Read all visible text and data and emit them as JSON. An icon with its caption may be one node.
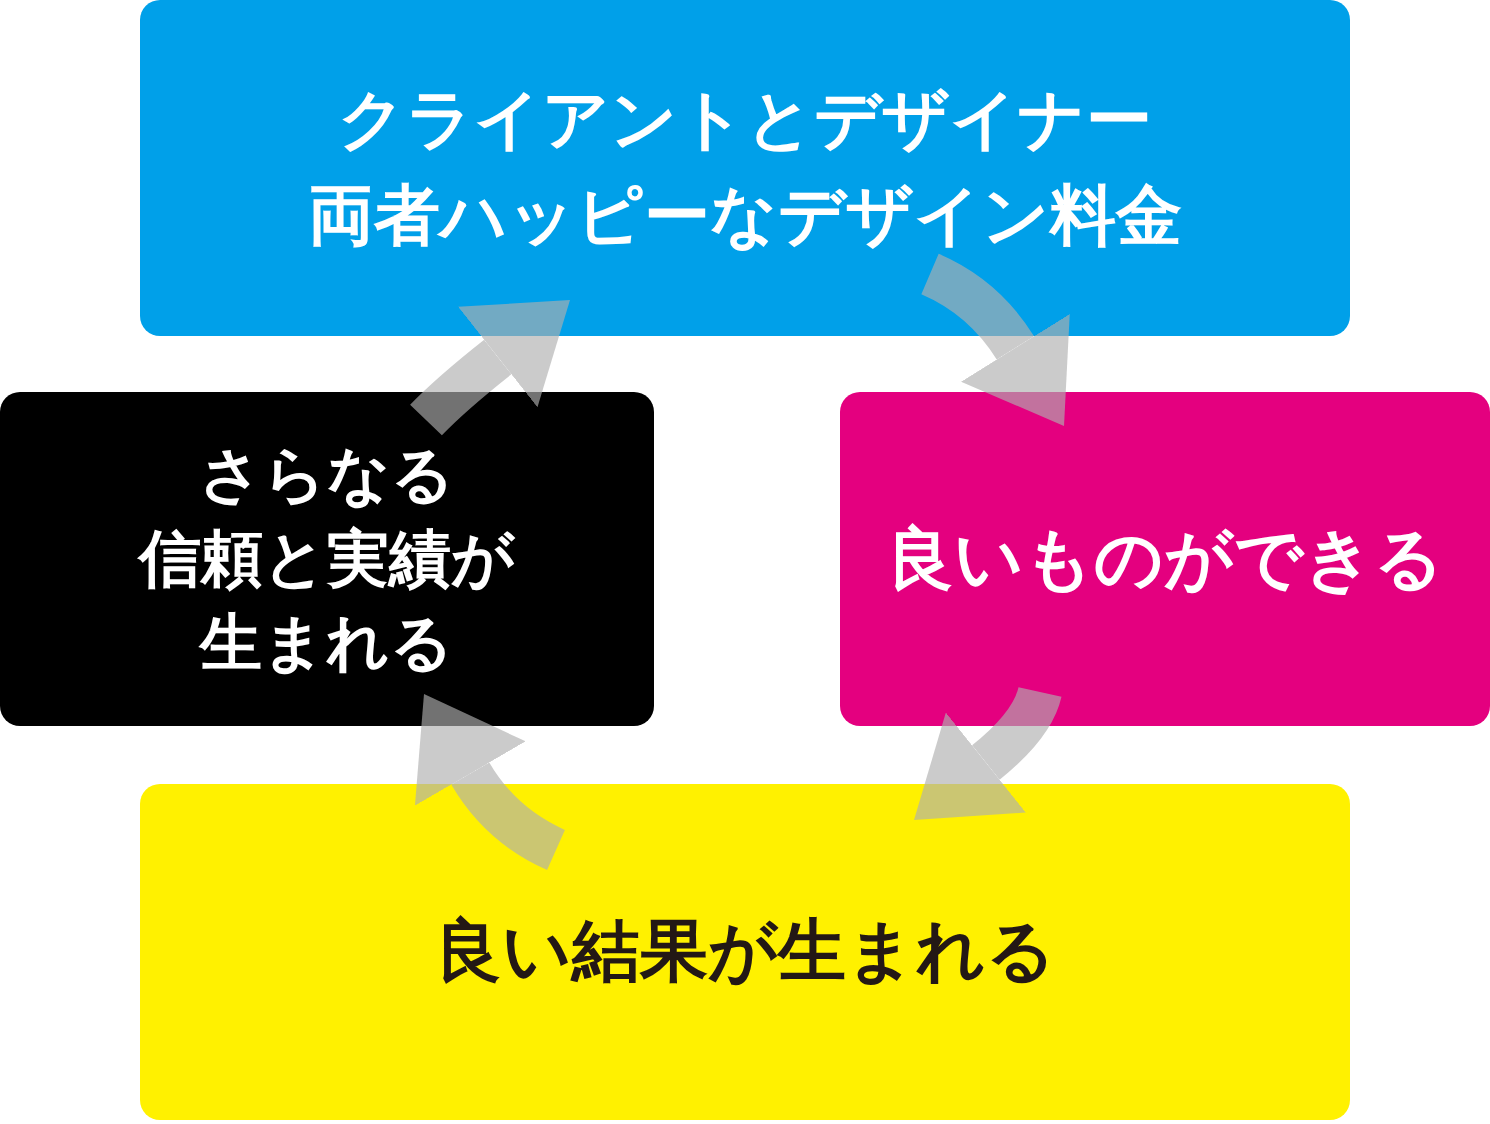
{
  "diagram": {
    "nodes": [
      {
        "text": [
          "クライアントとデザイナー両者ハッピーなデザイン料金"
        ]
      },
      {
        "text": [
          "良いものができる"
        ]
      },
      {
        "text": [
          "良い結果が生まれる"
        ]
      },
      {
        "text": [
          "さらなる信頼と実績が生まれる"
        ]
      }
    ],
    "edges": [
      {
        "from": 0,
        "to": 1,
        "arrow": "to"
      },
      {
        "from": 1,
        "to": 2,
        "arrow": "to"
      },
      {
        "from": 2,
        "to": 3,
        "arrow": "to"
      },
      {
        "from": 3,
        "to": 0,
        "arrow": "to"
      }
    ]
  }
}
